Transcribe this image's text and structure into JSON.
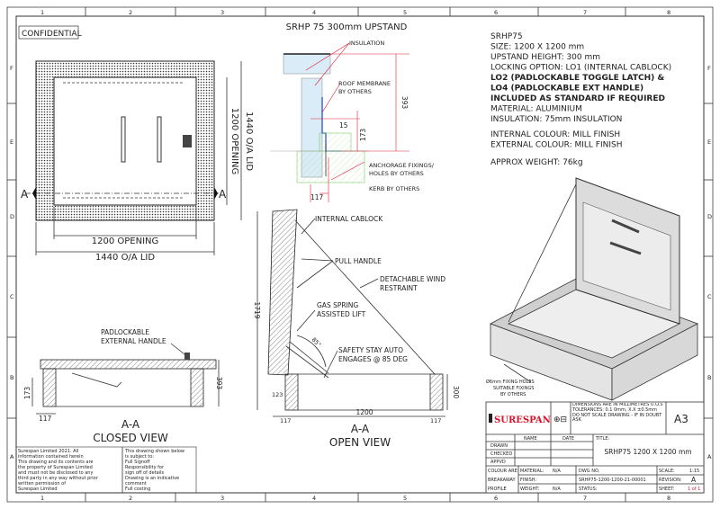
{
  "sheet": {
    "columns": [
      "1",
      "2",
      "3",
      "4",
      "5",
      "6",
      "7",
      "8"
    ],
    "rows": [
      "F",
      "E",
      "D",
      "C",
      "B",
      "A"
    ],
    "confidential": "CONFIDENTIAL"
  },
  "plan_view": {
    "marker_left": "A",
    "marker_right": "A",
    "dim_opening_vertical": "1200 OPENING",
    "dim_lid_vertical": "1440 O/A LID",
    "dim_opening_horizontal": "1200 OPENING",
    "dim_lid_horizontal": "1440 O/A LID"
  },
  "detail": {
    "title": "SRHP 75 300mm UPSTAND",
    "insulation": "INSULATION",
    "roof_membrane": [
      "ROOF MEMBRANE",
      "BY OTHERS"
    ],
    "dim_15": "15",
    "dim_173": "173",
    "dim_393": "393",
    "anchorage": [
      "ANCHORAGE FIXINGS/",
      "HOLES BY OTHERS"
    ],
    "kerb": "KERB BY OTHERS",
    "dim_117": "117"
  },
  "closed_view": {
    "label_handle": [
      "PADLOCKABLE",
      "EXTERNAL HANDLE"
    ],
    "section": "A-A",
    "title": "CLOSED VIEW",
    "dim_173": "173",
    "dim_393": "393",
    "dim_117": "117"
  },
  "open_view": {
    "internal_cablock": "INTERNAL CABLOCK",
    "pull_handle": "PULL HANDLE",
    "wind_restraint": [
      "DETACHABLE WIND",
      "RESTRAINT"
    ],
    "gas_spring": [
      "GAS SPRING",
      "ASSISTED LIFT"
    ],
    "safety_stay": [
      "SAFETY STAY AUTO",
      "ENGAGES @ 85 DEG"
    ],
    "angle": "85°",
    "dim_height": "1719",
    "dim_123": "123",
    "dim_300": "300",
    "dim_117_left": "117",
    "dim_1200": "1200",
    "dim_117_right": "117",
    "section": "A-A",
    "title": "OPEN VIEW"
  },
  "specs": {
    "lines": [
      "SRHP75",
      "SIZE: 1200 X 1200 mm",
      "UPSTAND HEIGHT: 300 mm",
      "LOCKING OPTION: LO1 (INTERNAL CABLOCK)"
    ],
    "bold_lines": [
      "LO2 (PADLOCKABLE TOGGLE LATCH) &",
      "LO4 (PADLOCKABLE EXT HANDLE)",
      "INCLUDED AS STANDARD IF REQUIRED"
    ],
    "material": "MATERIAL: ALUMINIUM",
    "insulation": "INSULATION: 75mm INSULATION",
    "internal_colour": "INTERNAL COLOUR: MILL FINISH",
    "external_colour": "EXTERNAL COLOUR: MILL FINISH",
    "weight": "APPROX WEIGHT: 76kg"
  },
  "iso_view": {
    "fixing_note": [
      "Ø6mm FIXING HOLES",
      "SUITABLE FIXINGS",
      "BY OTHERS"
    ]
  },
  "notes": {
    "copyright": [
      "Surespan Limited 2021. All",
      "information contained herein",
      "This drawing and its contents are",
      "the property of Surespan Limited",
      "and must not be disclosed to any",
      "third party in any way without prior",
      "written permission of",
      "Surespan Limited"
    ],
    "checklist": [
      "This drawing shown below",
      "is subject to:",
      "Full Signoff",
      "Responsibility for",
      "sign off of details",
      "Drawing is an indicative",
      "comment",
      "Full costing"
    ]
  },
  "title_block": {
    "logo": "SURESPAN",
    "projection_symbol": "⊕⊟",
    "general_notes": [
      "DIMENSIONS ARE IN MILLIMETRES U.O.S",
      "TOLERANCES: 0.1 0mm, X.X ±0.5mm",
      "DO NOT SCALE DRAWING - IF IN DOUBT ASK"
    ],
    "sheet_size": "A3",
    "col_name": "NAME",
    "col_date": "DATE",
    "rows": [
      "DRAWN",
      "CHECKED",
      "APPVD"
    ],
    "title_label": "TITLE:",
    "title": "SRHP75 1200 X 1200 mm",
    "colour_label": [
      "COLOUR ARE",
      "BREAKAWAY",
      "PROFILE"
    ],
    "material_label": "MATERIAL:",
    "material_value": "N/A",
    "finish_label": "FINISH:",
    "weight_label": "WEIGHT:",
    "weight_value": "N/A",
    "dwg_no_label": "DWG NO.",
    "dwg_no": "SRHP75-1200-1200-21-00001",
    "status_label": "STATUS:",
    "scale_label": "SCALE:",
    "scale": "1:15",
    "revision_label": "REVISION:",
    "revision": "A",
    "sheet_label": "SHEET:",
    "sheet": "1 of 1"
  },
  "colors": {
    "dimension": "#e0203a",
    "logo": "#d8142c",
    "insulation": "#d9ecf7",
    "kerb": "#7c6"
  }
}
